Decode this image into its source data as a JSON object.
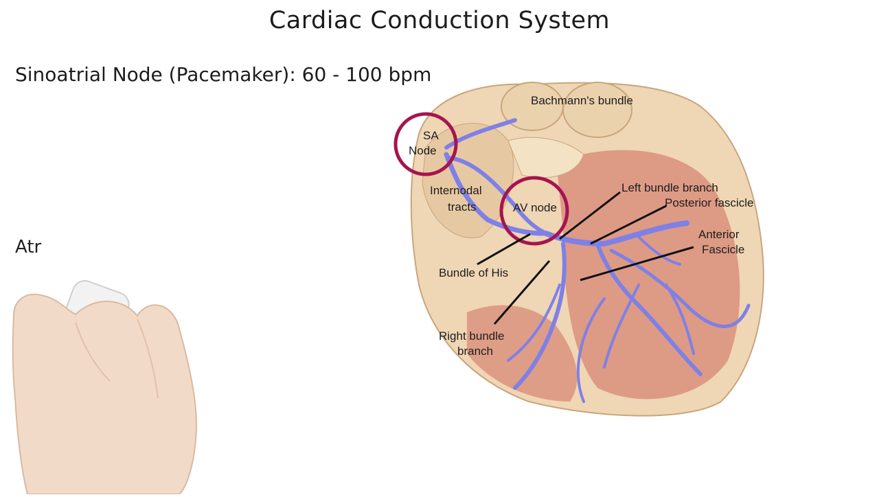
{
  "title": "Cardiac Conduction System",
  "text_lines": {
    "sa_node_line": "Sinoatrial Node (Pacemaker): 60 - 100 bpm",
    "partial_line": "Atr"
  },
  "diagram_labels": {
    "bachmann": "Bachmann's bundle",
    "sa_node_1": "SA",
    "sa_node_2": "Node",
    "internodal_1": "Internodal",
    "internodal_2": "tracts",
    "av_node": "AV node",
    "left_bundle": "Left bundle branch",
    "posterior_fascicle": "Posterior fascicle",
    "anterior_1": "Anterior",
    "anterior_2": "Fascicle",
    "bundle_his": "Bundle of His",
    "right_bundle_1": "Right bundle",
    "right_bundle_2": "branch"
  },
  "colors": {
    "highlight_circle": "#a5154f",
    "conduction_path": "#7f80e6",
    "myocardium": "#d98f7c",
    "tissue": "#efd6b4",
    "marker_cap": "#1463b8"
  }
}
